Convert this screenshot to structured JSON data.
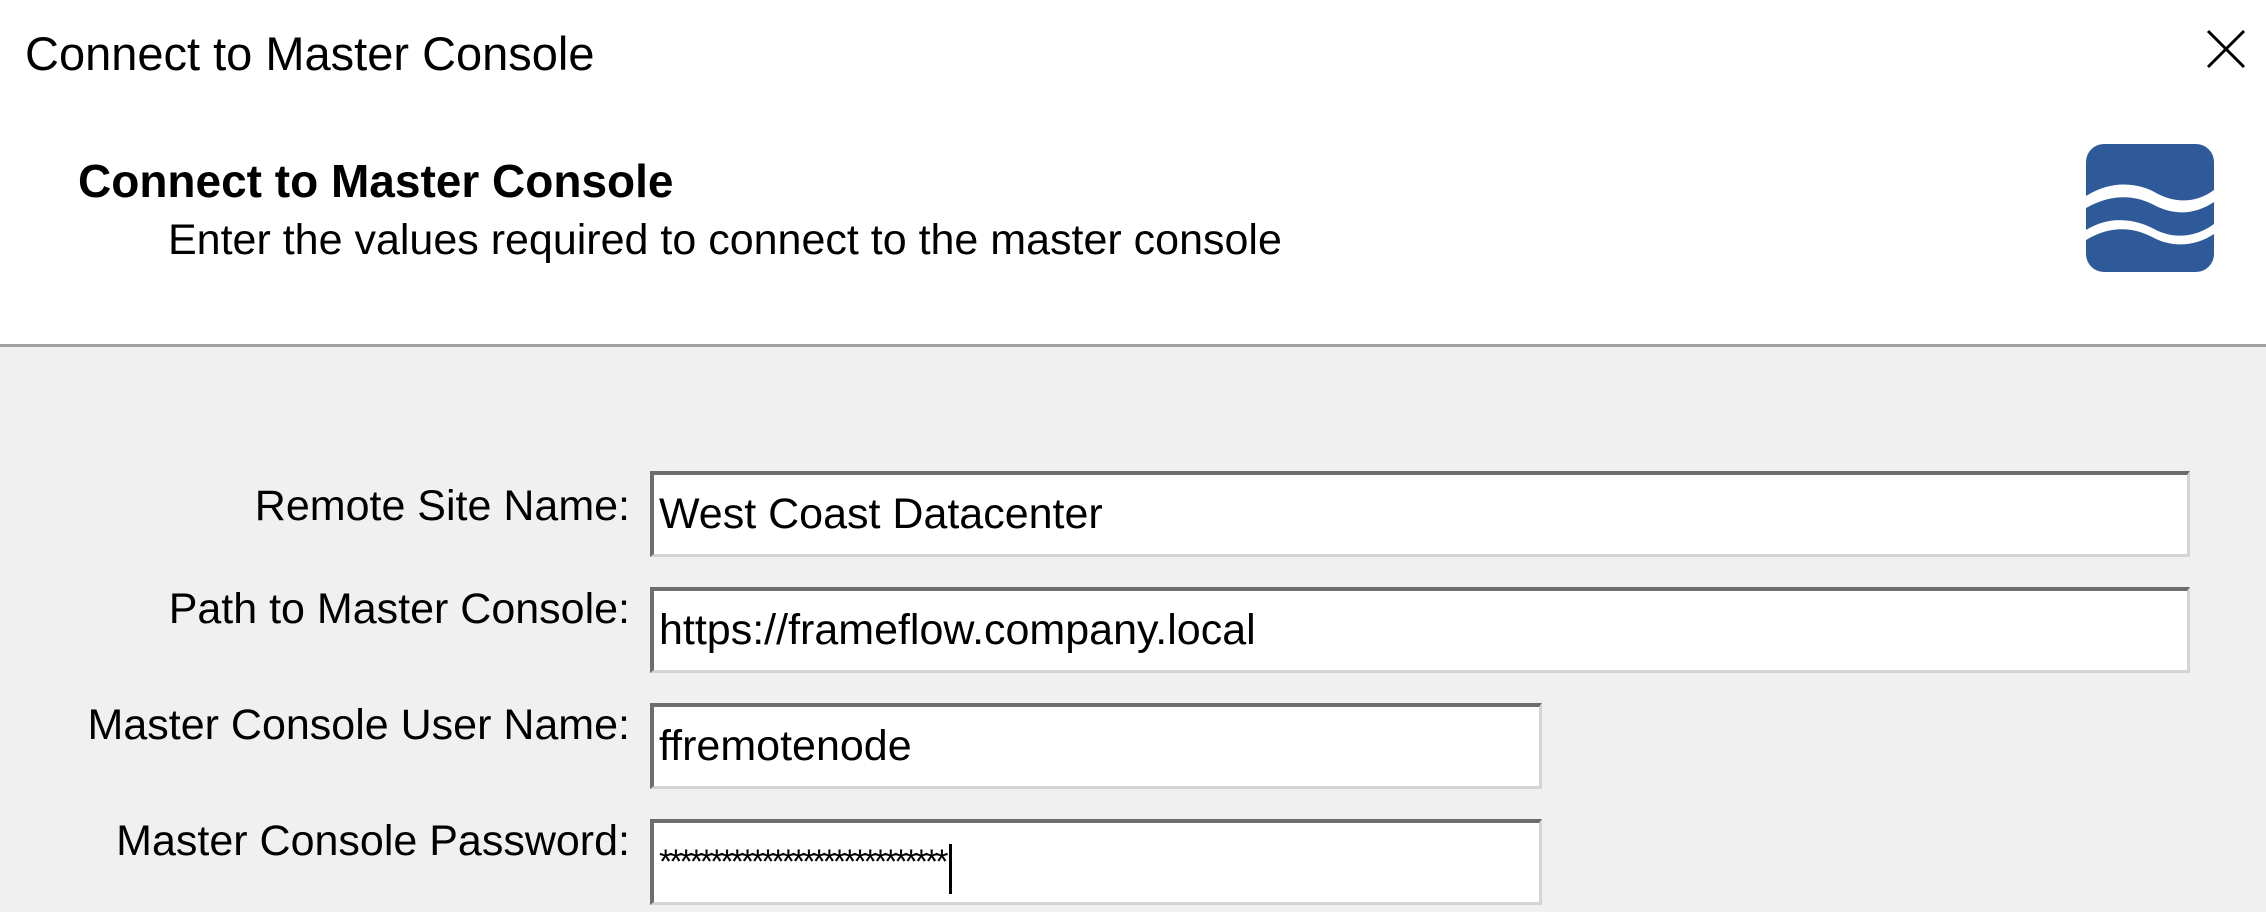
{
  "window": {
    "title": "Connect to Master Console"
  },
  "header": {
    "title": "Connect to Master Console",
    "subtitle": "Enter the values required to connect to the master console",
    "logo_icon": "frameflow-wave-logo-icon",
    "logo_color": "#2e5a9a"
  },
  "form": {
    "remote_site_name": {
      "label": "Remote Site Name:",
      "value": "West Coast Datacenter"
    },
    "path_to_master_console": {
      "label": "Path to Master Console:",
      "value": "https://frameflow.company.local"
    },
    "user_name": {
      "label": "Master Console User Name:",
      "value": "ffremotenode"
    },
    "password": {
      "label": "Master Console Password:",
      "masked_value": "****************************"
    }
  },
  "colors": {
    "content_background": "#f0f0f0",
    "header_background": "#ffffff",
    "separator": "#a0a0a0"
  }
}
